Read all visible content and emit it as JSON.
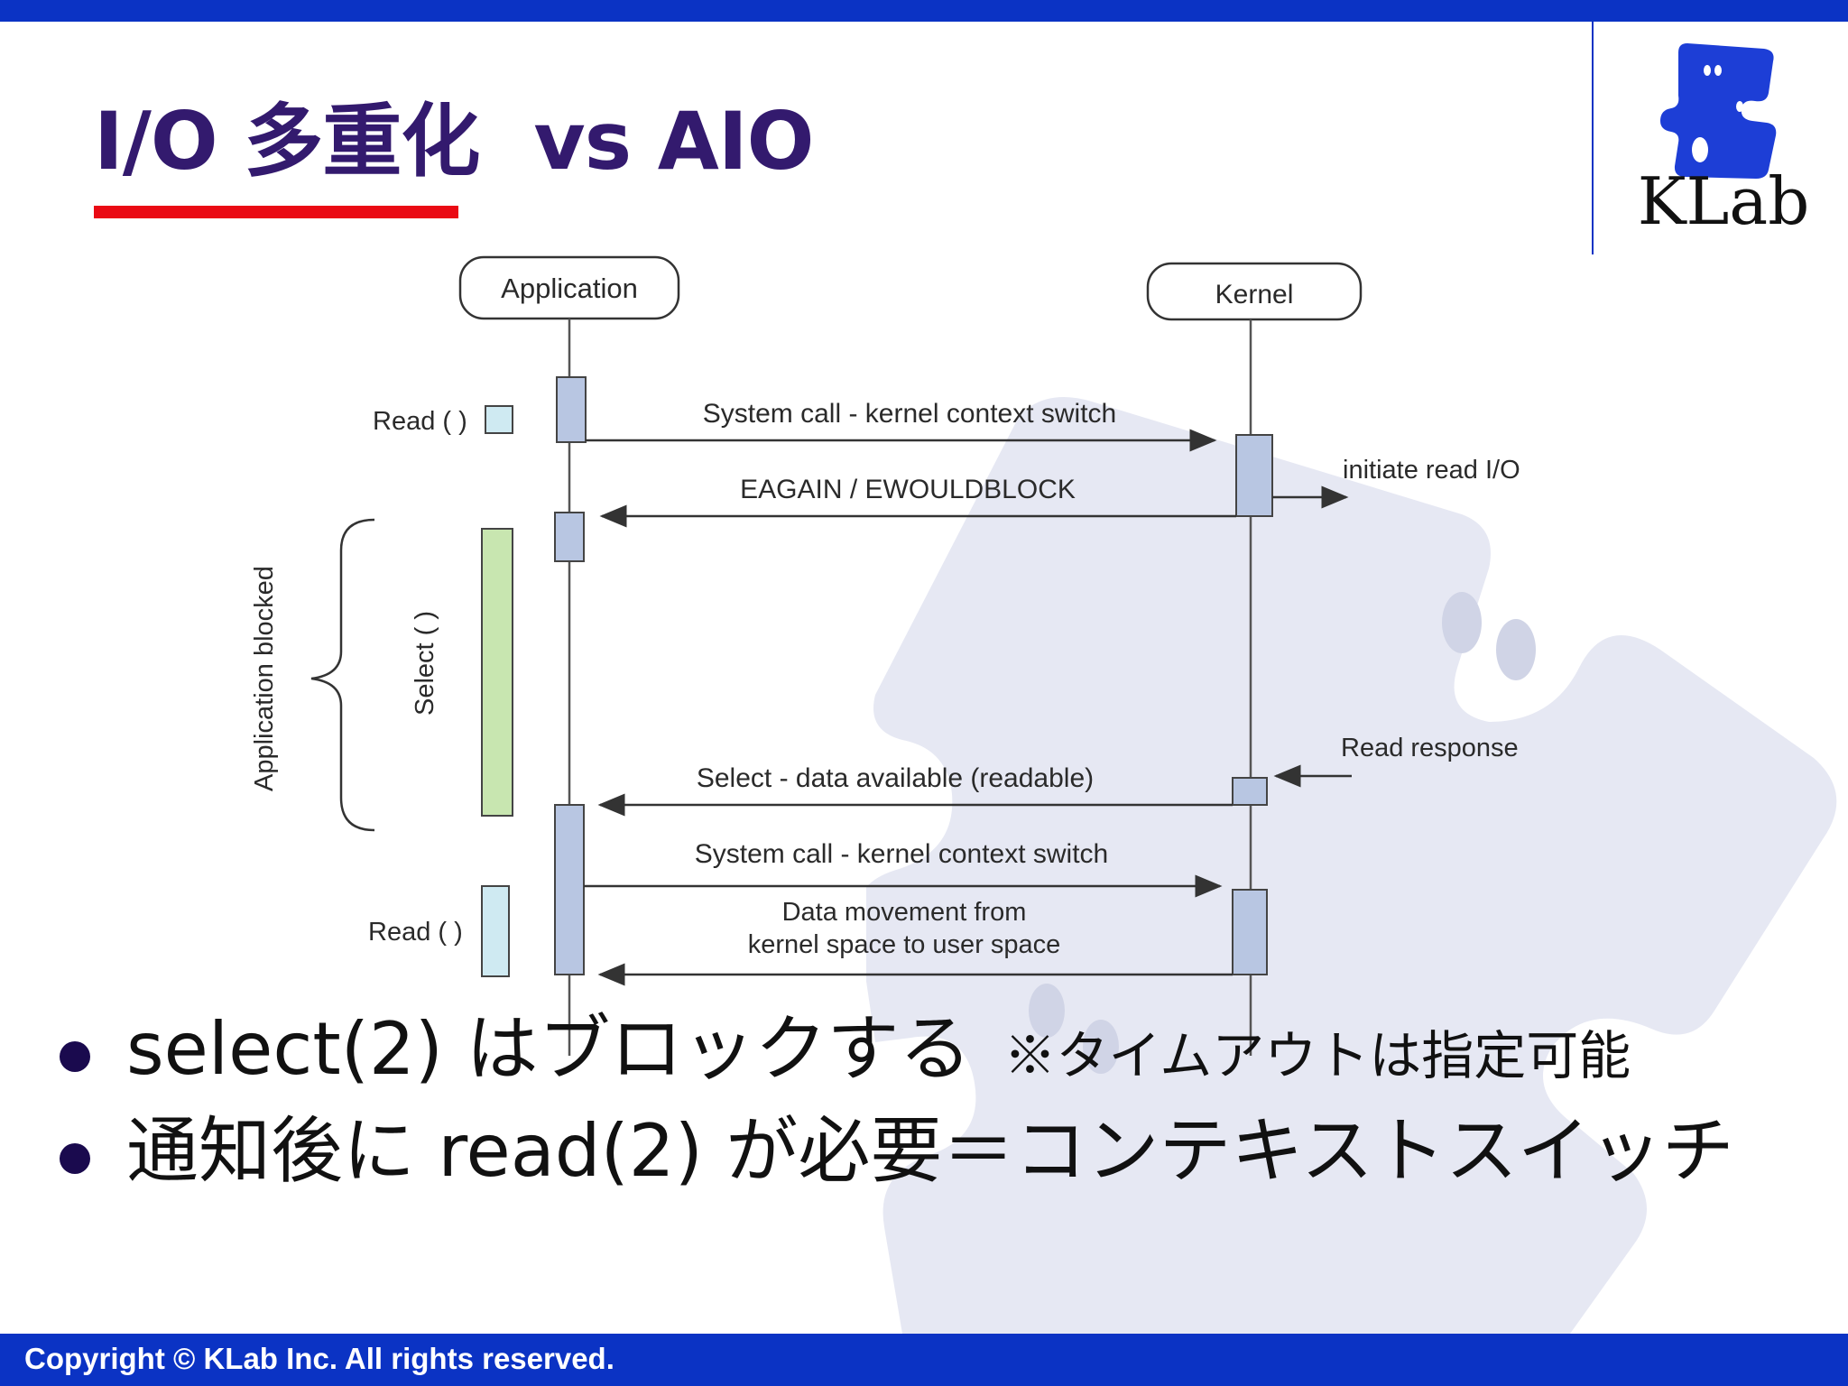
{
  "slide": {
    "title_part1": "I/O 多重化",
    "title_part2": "vs AIO",
    "logo_text": "KLab",
    "copyright": "Copyright © KLab Inc. All rights reserved."
  },
  "diagram": {
    "participants": [
      "Application",
      "Kernel"
    ],
    "left_labels": {
      "read_top": "Read ( )",
      "select": "Select ( )",
      "read_bottom": "Read ( )",
      "blocked": "Application blocked"
    },
    "messages": {
      "m1": "System call - kernel context switch",
      "m2": "EAGAIN / EWOULDBLOCK",
      "m3": "Select - data available (readable)",
      "m4": "System call - kernel context switch",
      "m5_line1": "Data movement from",
      "m5_line2": "kernel space to user space"
    },
    "right_labels": {
      "initiate": "initiate read I/O",
      "response": "Read response"
    }
  },
  "bullets": [
    {
      "main": "select(2) はブロックする",
      "note": "※タイムアウトは指定可能"
    },
    {
      "main": "通知後に read(2) が必要＝コンテキストスイッチ"
    }
  ],
  "colors": {
    "top_bar": "#0b33c4",
    "title": "#331a6e",
    "underline": "#ea0a14",
    "select_box": "#c8e6b0",
    "read_box": "#cfeaf2",
    "activation": "#b8c6e2"
  }
}
